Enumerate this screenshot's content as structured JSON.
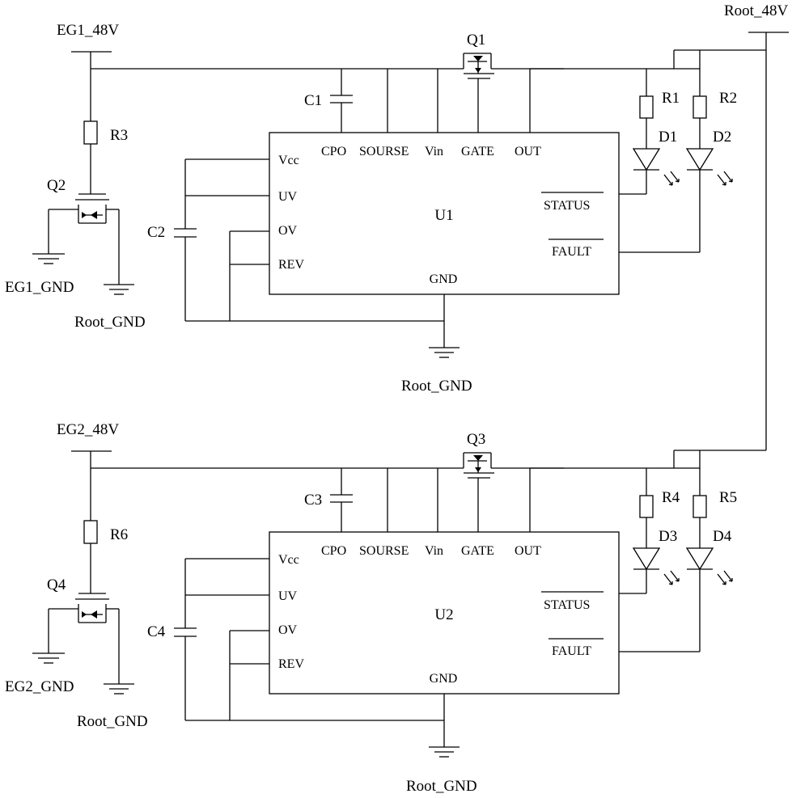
{
  "nets": {
    "root_48v": "Root_48V",
    "eg1_48v": "EG1_48V",
    "eg2_48v": "EG2_48V",
    "eg1_gnd": "EG1_GND",
    "eg2_gnd": "EG2_GND",
    "root_gnd": "Root_GND"
  },
  "ic_pins": {
    "cpo": "CPO",
    "sourse": "SOURSE",
    "vin": "Vin",
    "gate": "GATE",
    "out": "OUT",
    "vcc": "Vcc",
    "uv": "UV",
    "ov": "OV",
    "rev": "REV",
    "status": "STATUS",
    "fault": "FAULT",
    "gnd": "GND"
  },
  "top": {
    "ic": "U1",
    "mosfet_main": "Q1",
    "mosfet_side": "Q2",
    "cap_cpo": "C1",
    "cap_vcc": "C2",
    "r_led1": "R1",
    "r_led2": "R2",
    "r_gate": "R3",
    "led1": "D1",
    "led2": "D2"
  },
  "bottom": {
    "ic": "U2",
    "mosfet_main": "Q3",
    "mosfet_side": "Q4",
    "cap_cpo": "C3",
    "cap_vcc": "C4",
    "r_led1": "R4",
    "r_led2": "R5",
    "r_gate": "R6",
    "led1": "D3",
    "led2": "D4"
  }
}
